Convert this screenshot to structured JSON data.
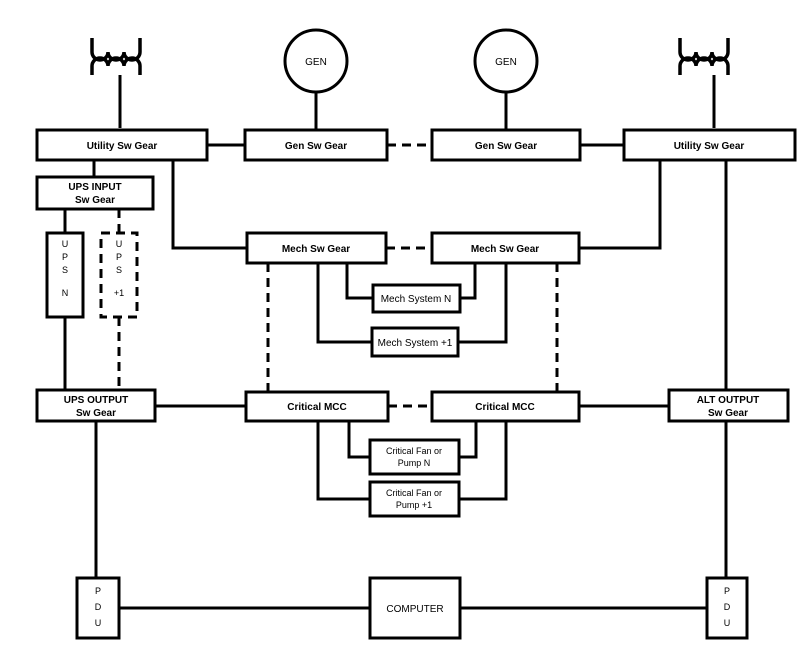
{
  "generators": [
    "GEN",
    "GEN"
  ],
  "switchgear": {
    "utility_left": "Utility Sw Gear",
    "gen_left": "Gen Sw Gear",
    "gen_right": "Gen Sw Gear",
    "utility_right": "Utility Sw Gear",
    "ups_input": [
      "UPS INPUT",
      "Sw Gear"
    ],
    "mech_left": "Mech Sw Gear",
    "mech_right": "Mech Sw Gear",
    "ups_output": [
      "UPS OUTPUT",
      "Sw Gear"
    ],
    "critical_mcc_left": "Critical MCC",
    "critical_mcc_right": "Critical MCC",
    "alt_output": [
      "ALT OUTPUT",
      "Sw Gear"
    ]
  },
  "ups_n": [
    "U",
    "P",
    "S",
    "N"
  ],
  "ups_plus1": [
    "U",
    "P",
    "S",
    "+1"
  ],
  "mech_systems": [
    "Mech System N",
    "Mech System +1"
  ],
  "critical_fans": [
    [
      "Critical Fan or",
      "Pump N"
    ],
    [
      "Critical Fan or",
      "Pump +1"
    ]
  ],
  "pdu_left": [
    "P",
    "D",
    "U"
  ],
  "pdu_right": [
    "P",
    "D",
    "U"
  ],
  "computer": "COMPUTER"
}
